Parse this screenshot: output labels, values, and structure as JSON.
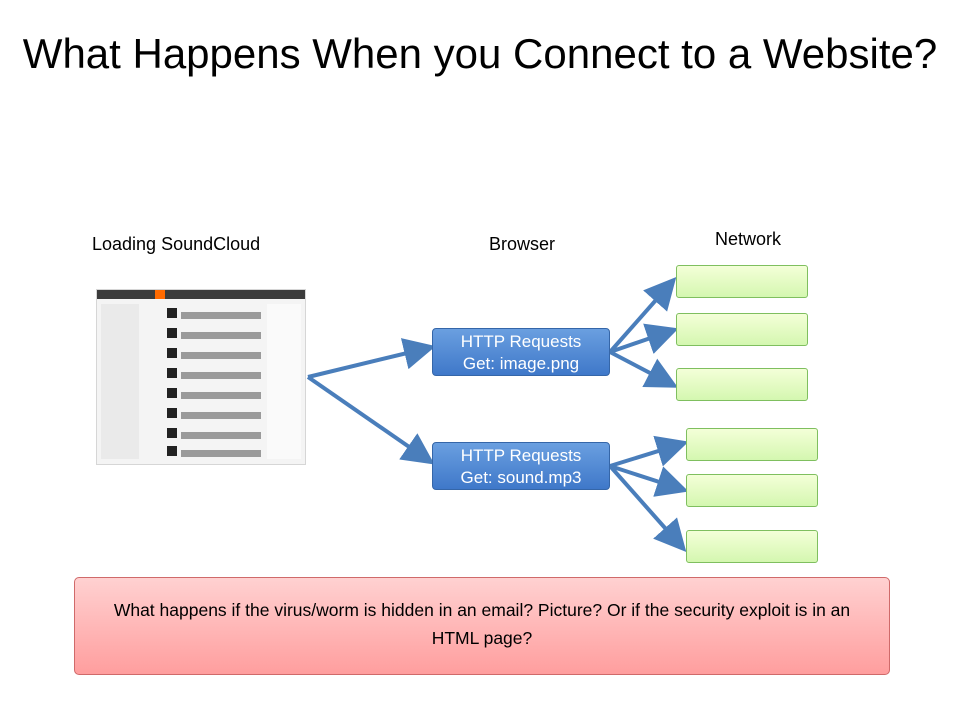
{
  "title": "What Happens When you Connect to a Website?",
  "labels": {
    "loading": "Loading SoundCloud",
    "browser": "Browser",
    "network": "Network"
  },
  "requests": [
    {
      "line1": "HTTP Requests",
      "line2": "Get: image.png"
    },
    {
      "line1": "HTTP Requests",
      "line2": "Get: sound.mp3"
    }
  ],
  "question": "What happens if the virus/worm is hidden in an email? Picture? Or if the security exploit is in an HTML page?",
  "colors": {
    "request_box": "#4f81bd",
    "network_box": "#ccf5a6",
    "question_box": "#ffb3b3",
    "arrow": "#4a7ebb"
  }
}
